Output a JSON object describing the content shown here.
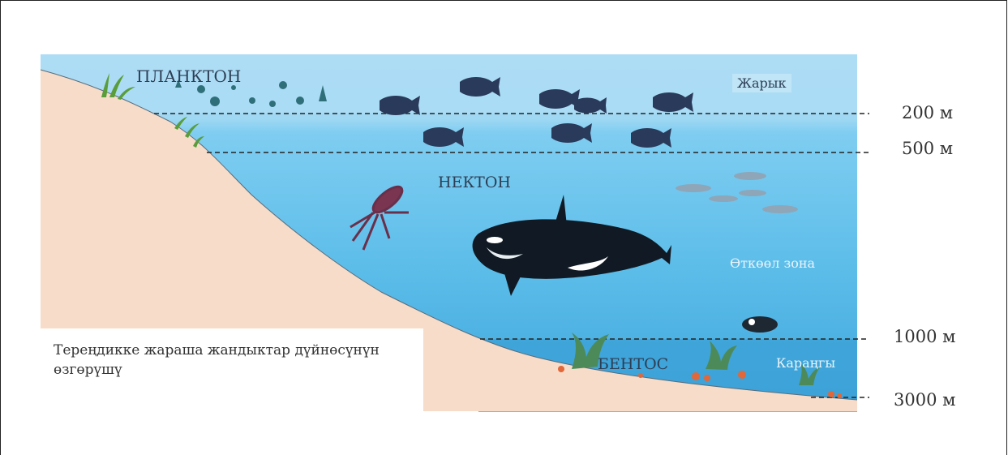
{
  "labels": {
    "plankton": "ПЛАНКТОН",
    "nekton": "НЕКТОН",
    "benthos": "БЕНТОС",
    "light_zone": "Жарык",
    "transition_zone": "Өткөөл зона",
    "dark_zone": "Караңгы"
  },
  "depths": [
    "200 м",
    "500 м",
    "1000 м",
    "3000 м"
  ],
  "caption": "Тереңдикке жараша жандыктар дүйнөсүнүн өзгөрүшү",
  "colors": {
    "surface_water": "#a9daf2",
    "mid_water": "#6ac6ef",
    "deep_water": "#3fa9df",
    "seabed": "#f5dcc9"
  }
}
